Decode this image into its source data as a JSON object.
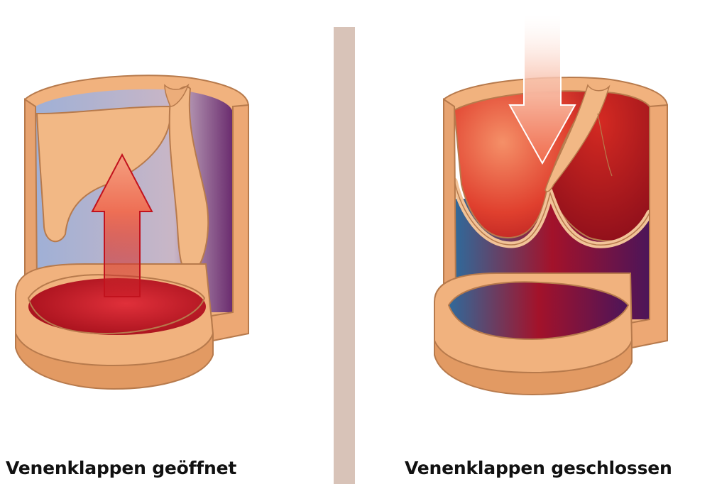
{
  "panels": [
    {
      "caption": "Venenklappen geöffnet",
      "state": "open",
      "arrow": "up"
    },
    {
      "caption": "Venenklappen geschlossen",
      "state": "closed",
      "arrow": "down"
    }
  ],
  "colors": {
    "vein_wall": "#f1b27e",
    "vein_wall_dark": "#c98a58",
    "vein_wall_light": "#f7caa0",
    "blood_red": "#c2121d",
    "blood_blue": "#2f6a9b",
    "blood_purple": "#5a1a62",
    "divider": "#d8c3b8"
  }
}
